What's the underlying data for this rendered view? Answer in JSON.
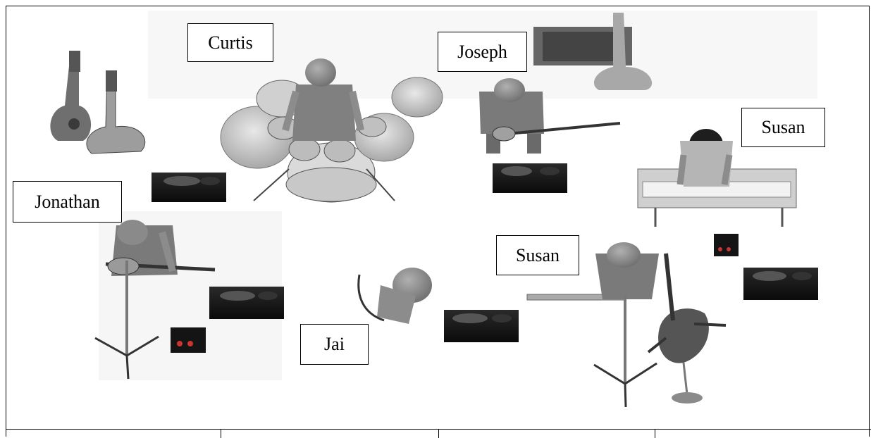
{
  "labels": {
    "curtis": "Curtis",
    "joseph": "Joseph",
    "susan_keys": "Susan",
    "jonathan": "Jonathan",
    "susan_winds": "Susan",
    "jai": "Jai"
  },
  "icons": {
    "amplifier": "amplifier-icon",
    "di_box": "di-box-icon",
    "drum_kit": "drum-kit-icon",
    "keyboard": "keyboard-icon",
    "mic_stand": "mic-stand-icon",
    "guitar": "guitar-icon",
    "bagpipes": "bagpipes-icon",
    "flute": "flute-icon"
  },
  "colors": {
    "skin": "#8c8c8c",
    "shirt": "#7a7a7a",
    "hair": "#9a9a9a",
    "amp_body": "#161616",
    "cymbal": "#c4c4c4",
    "drum_shell": "#d6d6d6",
    "label_border": "#000000"
  }
}
